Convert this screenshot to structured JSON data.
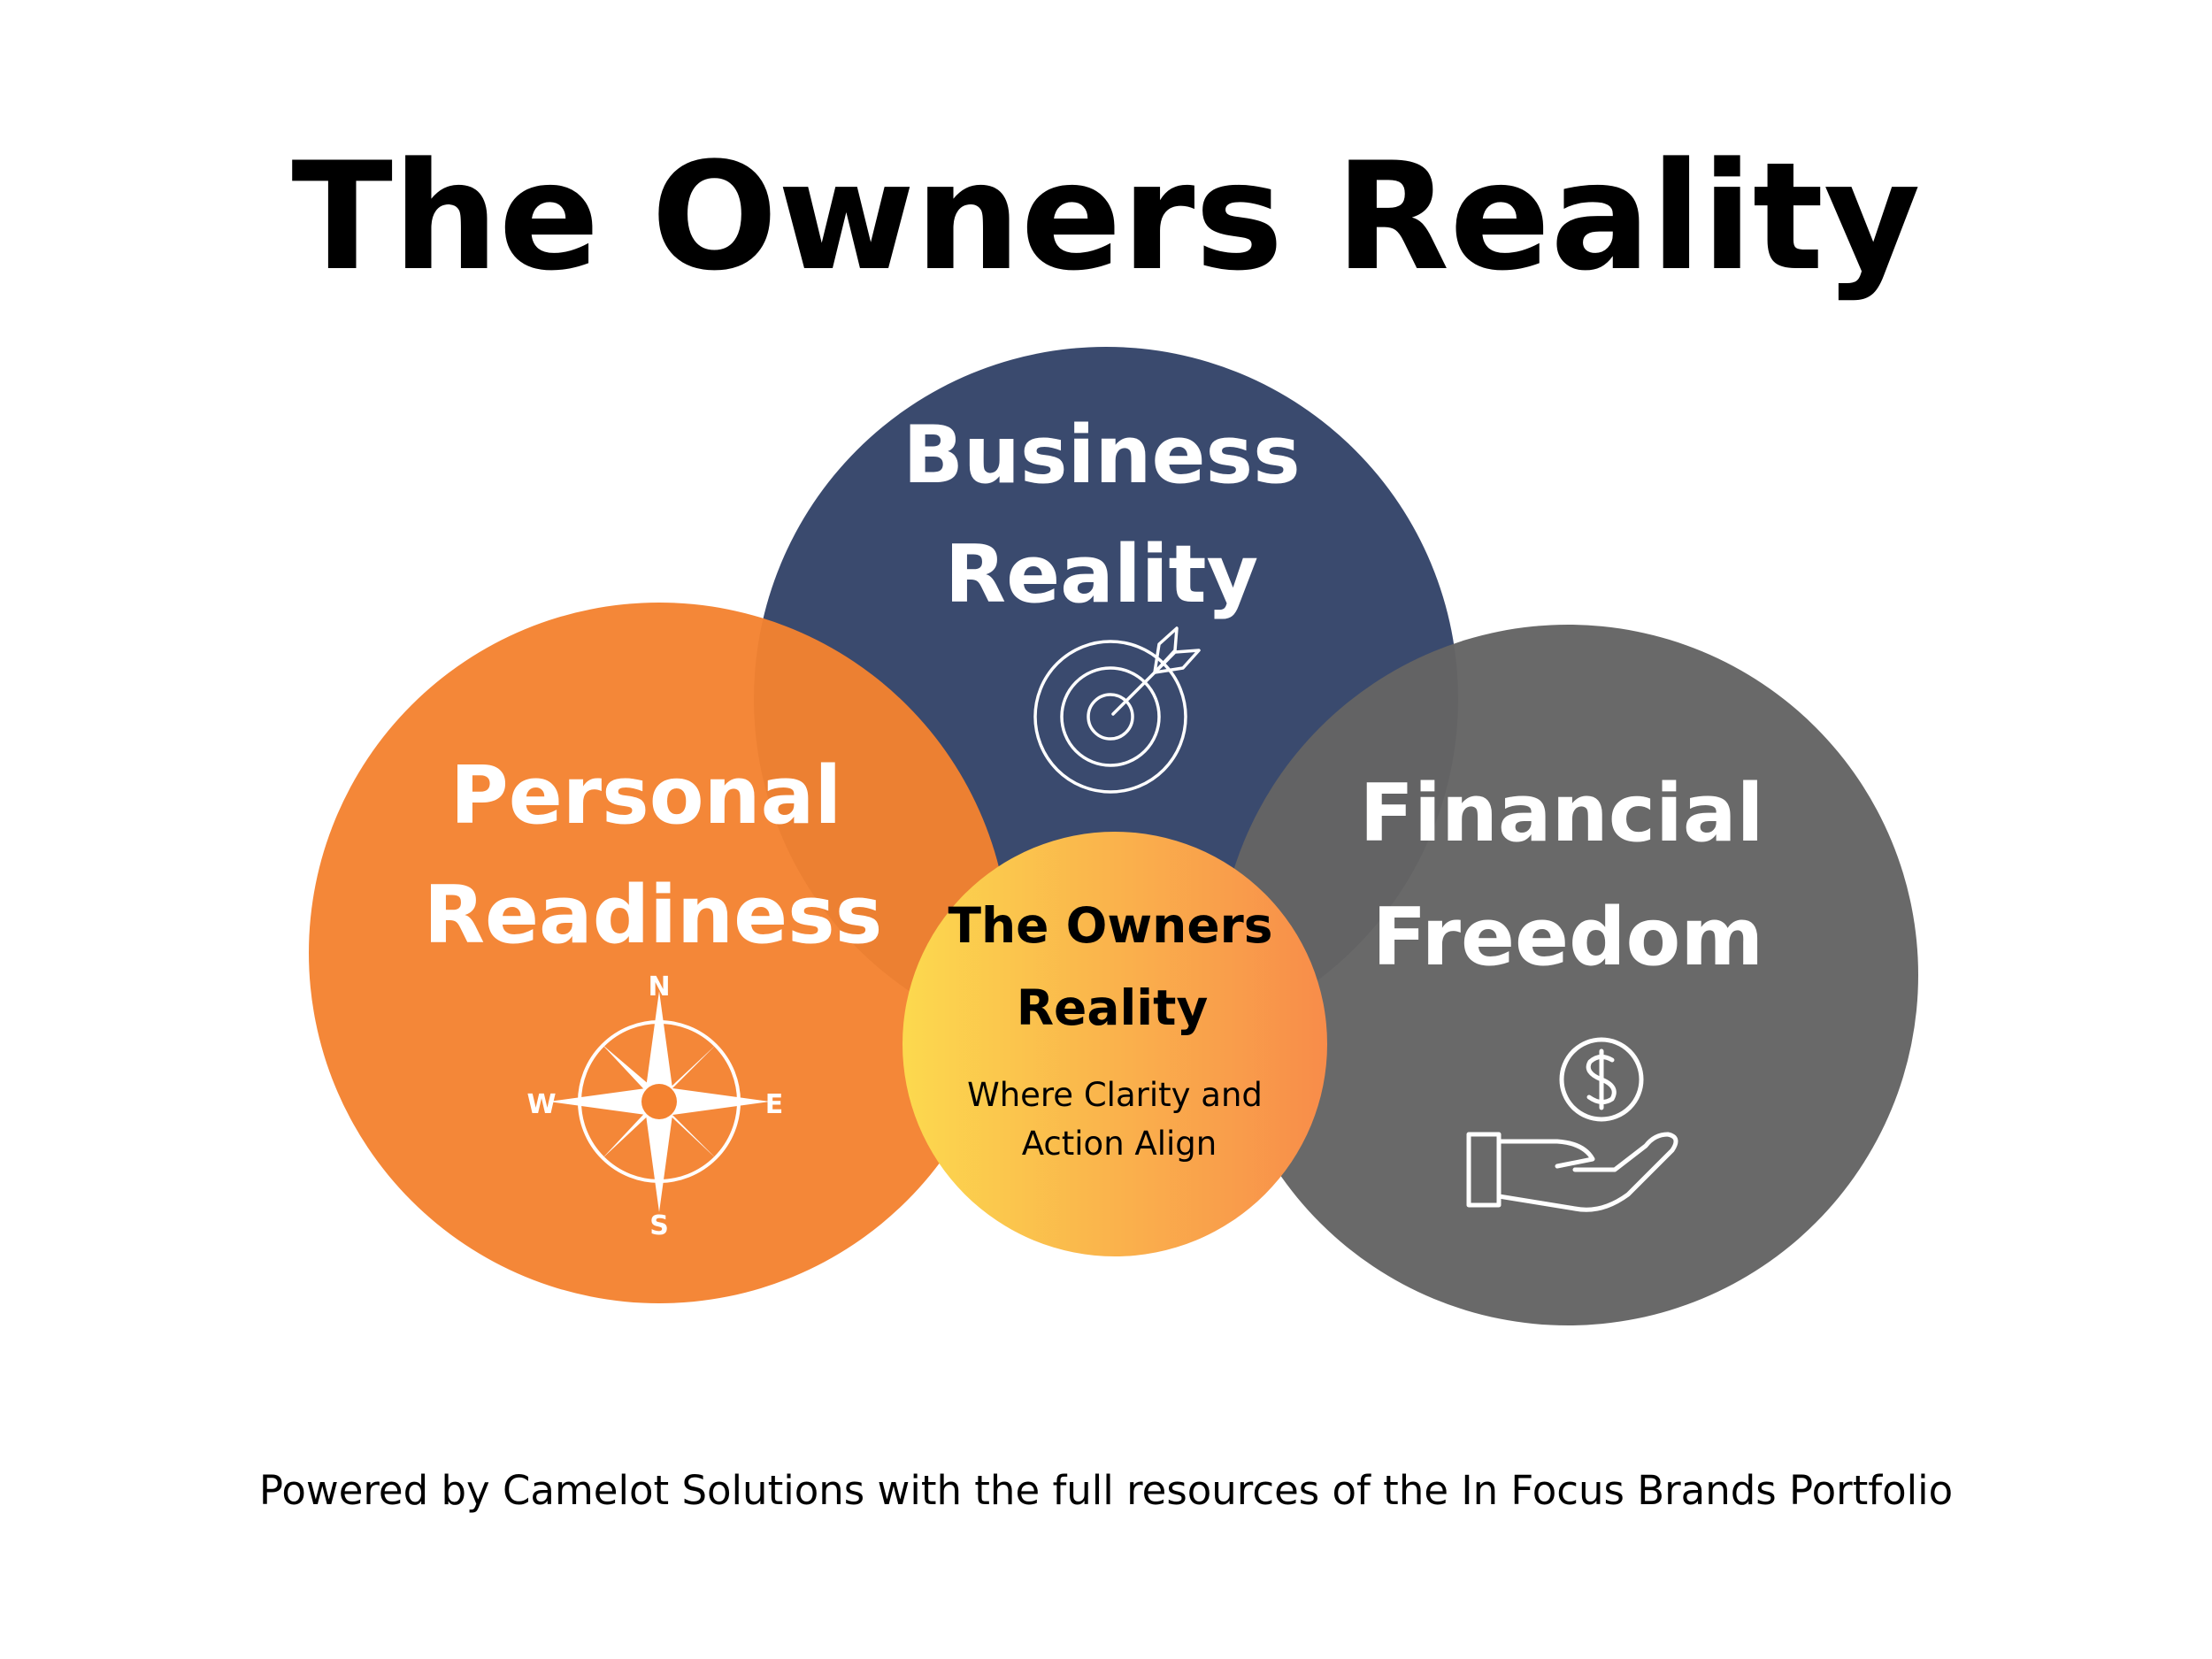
{
  "title": "The Owners Reality",
  "colors": {
    "business": "#3a4a6e",
    "personal": "#f48230",
    "financial": "#646464",
    "center_start": "#fcd94e",
    "center_end": "#f88c4a",
    "text_light": "#ffffff",
    "text_dark": "#000000"
  },
  "circles": {
    "business": {
      "label_line1": "Business",
      "label_line2": "Reality",
      "icon": "target-icon"
    },
    "personal": {
      "label_line1": "Personal",
      "label_line2": "Readiness",
      "icon": "compass-icon",
      "compass": {
        "n": "N",
        "e": "E",
        "s": "S",
        "w": "W"
      }
    },
    "financial": {
      "label_line1": "Financial",
      "label_line2": "Freedom",
      "icon": "hand-money-icon"
    },
    "center": {
      "label_line1": "The Owners",
      "label_line2": "Reality",
      "sub_line1": "Where Clarity and",
      "sub_line2": "Action Align"
    }
  },
  "footer": "Powered by Camelot Solutions with the full resources of the In Focus Brands Portfolio"
}
